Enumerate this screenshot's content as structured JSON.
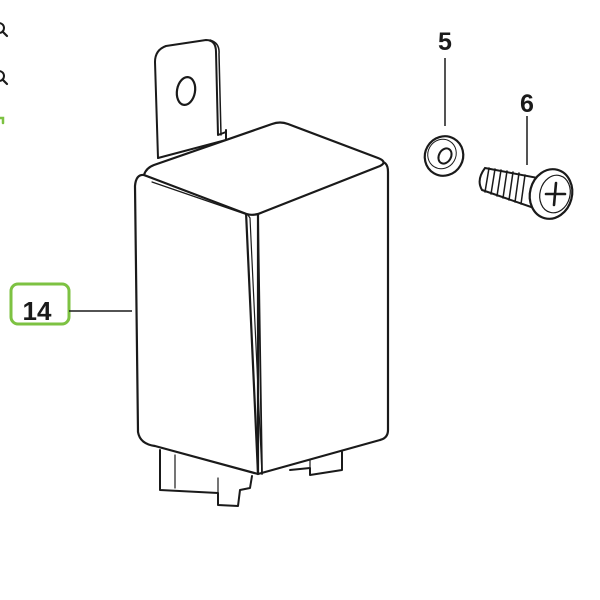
{
  "callouts": {
    "relay": "14",
    "washer": "5",
    "screw": "6"
  },
  "colors": {
    "outline": "#1a1a1a",
    "fill": "#ffffff",
    "highlight": "#7dc242",
    "edge_tools": "#1a1a1a"
  },
  "edge_tools": [
    {
      "icon": "zoom-in-icon"
    },
    {
      "icon": "zoom-out-icon"
    },
    {
      "icon": "reset-view-icon"
    }
  ],
  "parts": [
    {
      "name": "relay-body",
      "callout": "14",
      "highlighted": true
    },
    {
      "name": "washer",
      "callout": "5",
      "highlighted": false
    },
    {
      "name": "phillips-screw",
      "callout": "6",
      "highlighted": false
    }
  ]
}
